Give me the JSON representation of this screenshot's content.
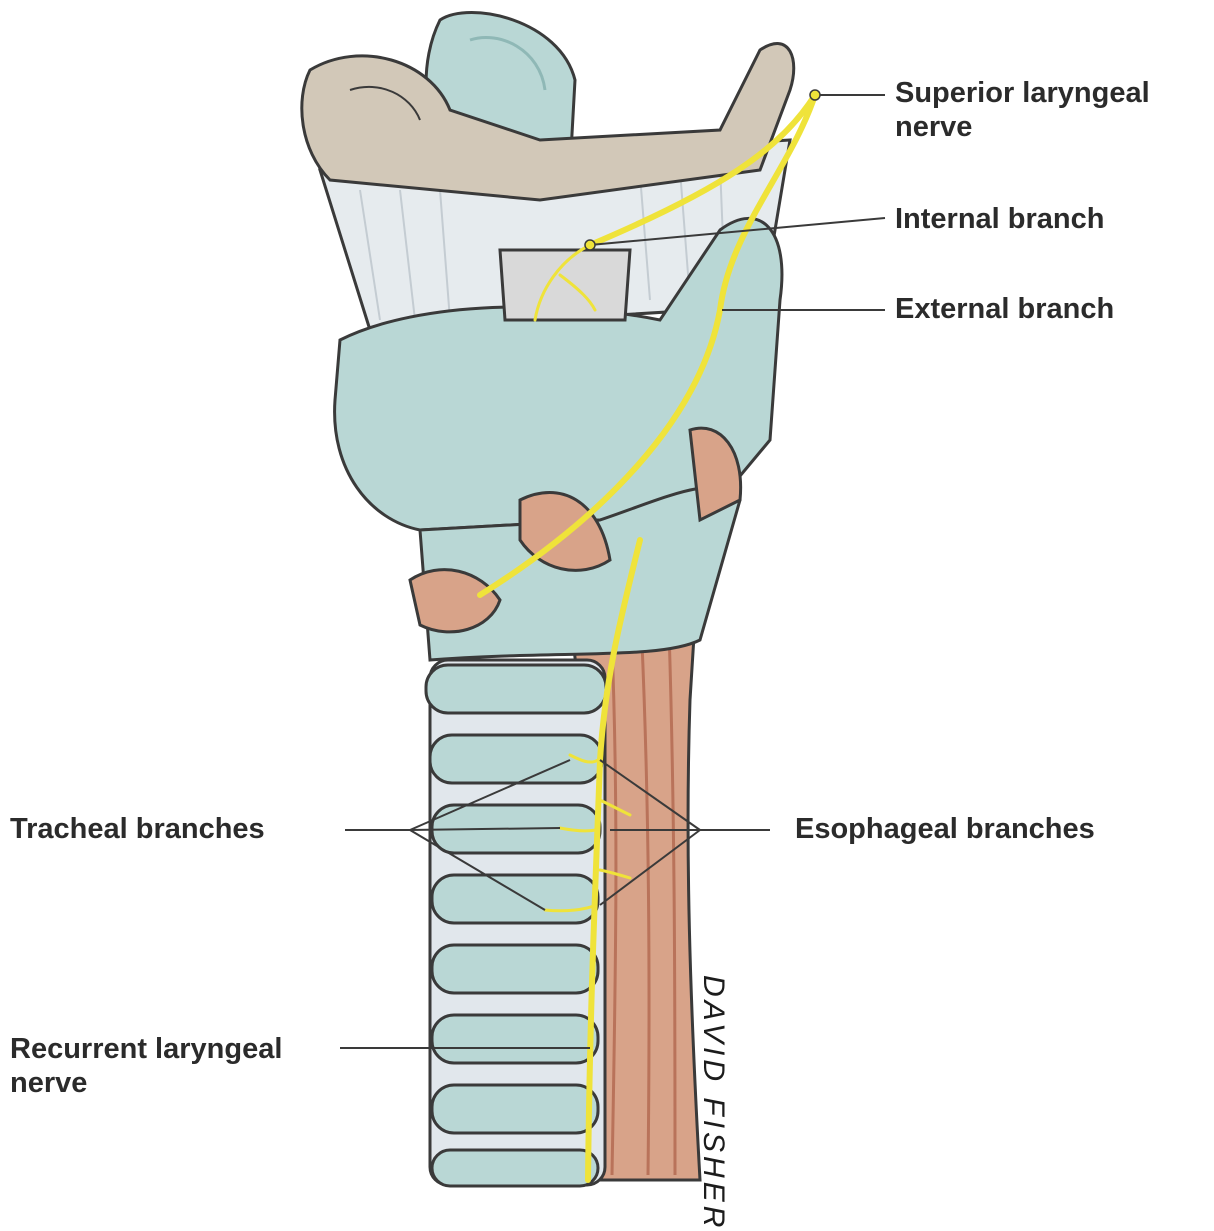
{
  "labels": {
    "superior_laryngeal_line1": "Superior laryngeal",
    "superior_laryngeal_line2": "nerve",
    "internal_branch": "Internal branch",
    "external_branch": "External branch",
    "tracheal_branches": "Tracheal branches",
    "esophageal_branches": "Esophageal branches",
    "recurrent_laryngeal_line1": "Recurrent laryngeal",
    "recurrent_laryngeal_line2": "nerve"
  },
  "signature": "DAVID FISHER",
  "colors": {
    "cartilage": "#b9d7d5",
    "cartilage_shadow": "#8fb8b6",
    "hyoid_bone": "#d2c8b8",
    "membrane": "#e6ebee",
    "muscle": "#d8a389",
    "muscle_dark": "#b9735a",
    "nerve": "#efe33a",
    "outline": "#3a3a3a",
    "label_text": "#2b2b2b"
  }
}
